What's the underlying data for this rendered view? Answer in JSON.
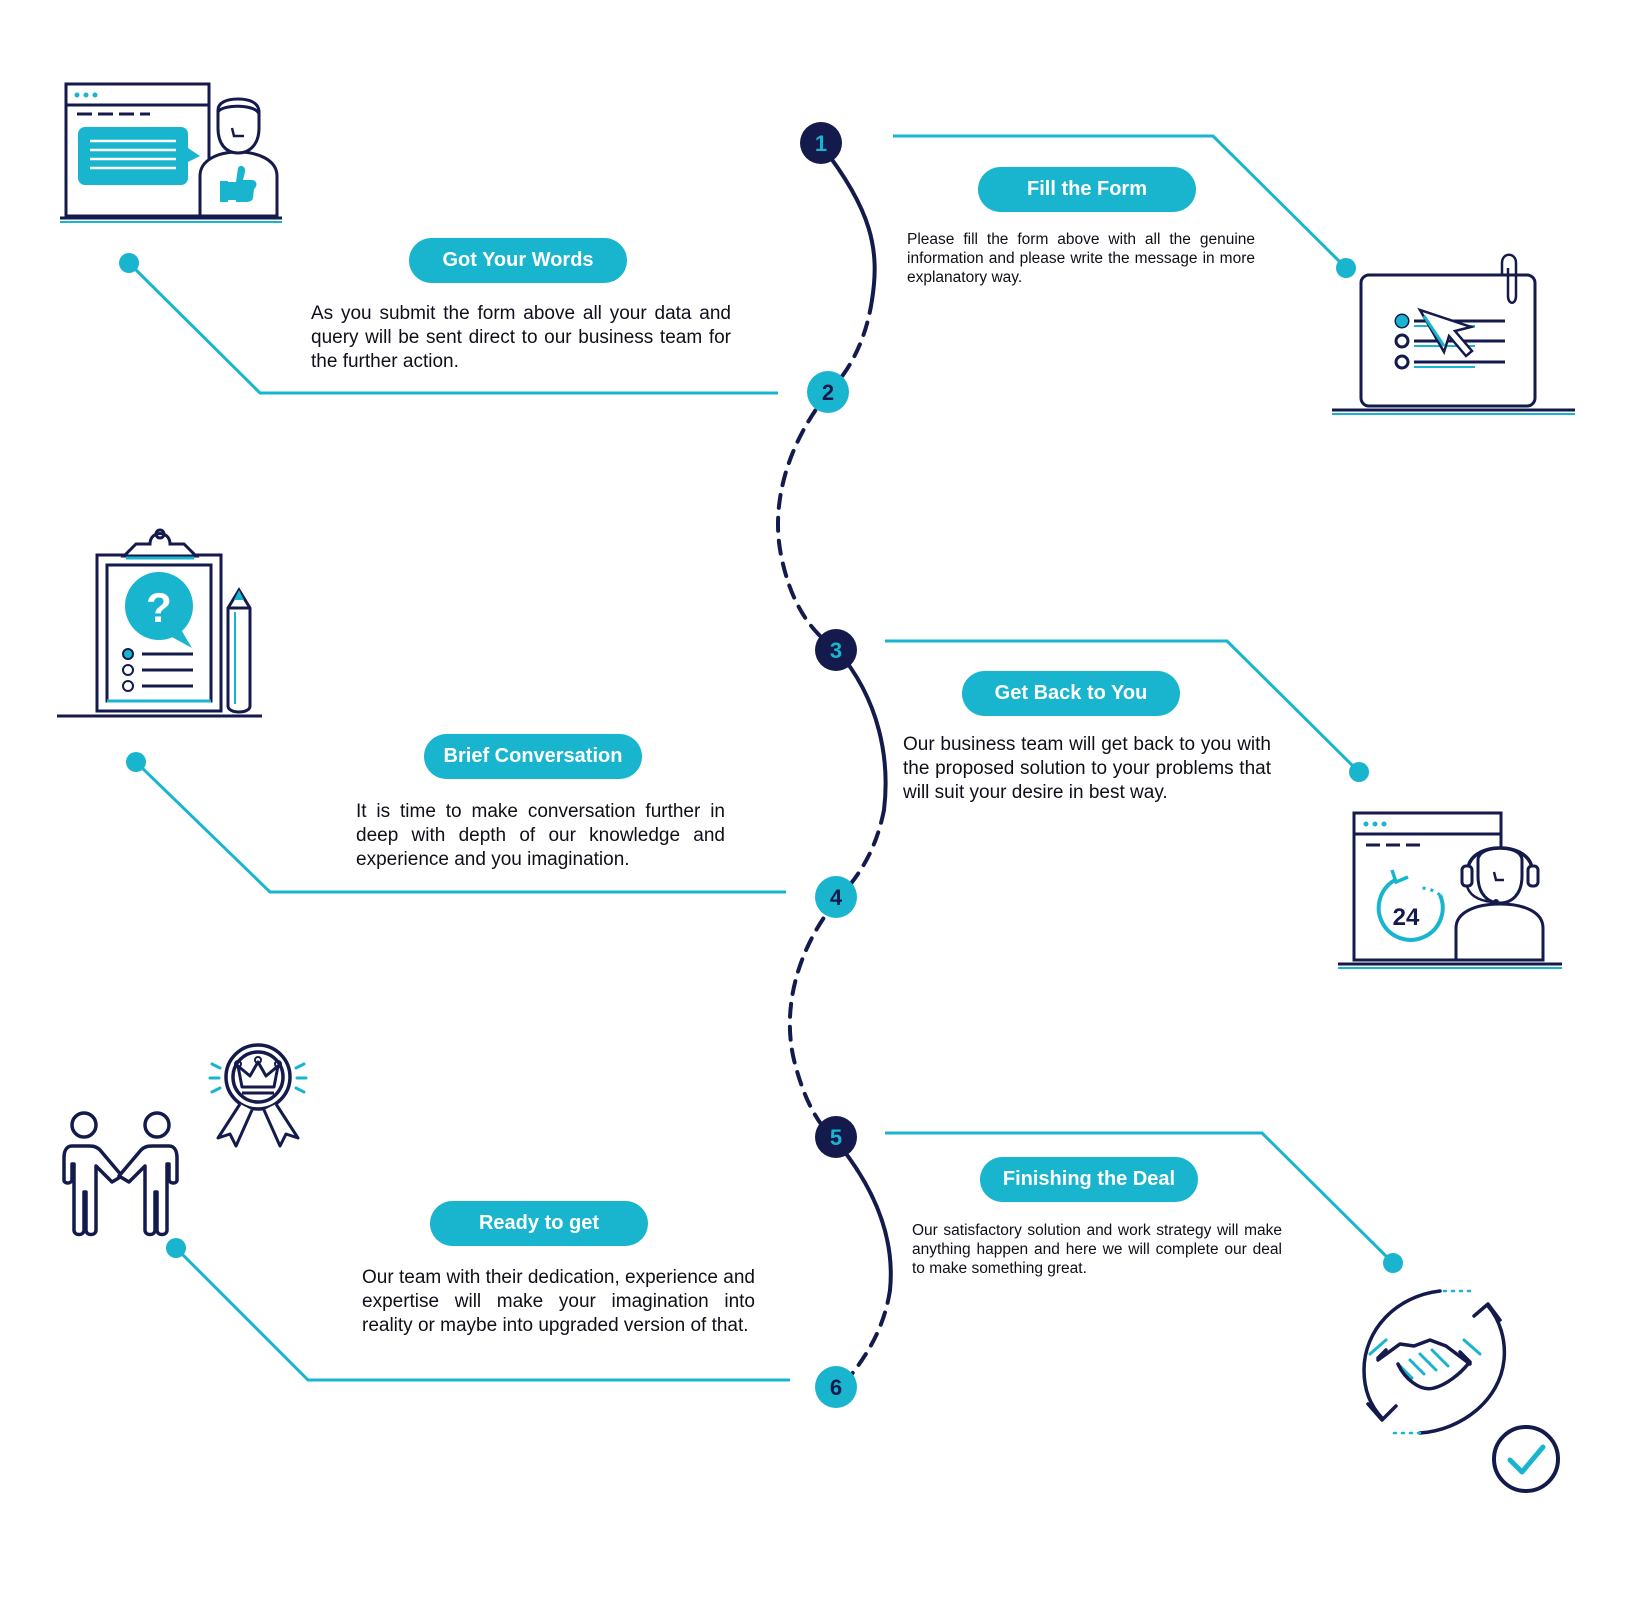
{
  "steps": [
    {
      "number": "1",
      "title": "Fill the Form",
      "text": "Please fill the form above with all the genuine information and please write the message in more explanatory way."
    },
    {
      "number": "2",
      "title": "Got Your Words",
      "text": "As you submit the form above all your data and query will be sent direct to our business team for the further action."
    },
    {
      "number": "3",
      "title": "Get Back to You",
      "text": "Our business team will get back to you with the proposed solution to your problems that will suit your desire in best way."
    },
    {
      "number": "4",
      "title": "Brief Conversation",
      "text": "It is time to make conversation further in deep with depth of our knowledge and experience and you imagination."
    },
    {
      "number": "5",
      "title": "Finishing the Deal",
      "text": "Our satisfactory solution and work strategy will make anything happen and here we will complete our deal to make something great."
    },
    {
      "number": "6",
      "title": "Ready to get",
      "text": "Our team with their dedication, experience and expertise will make your imagination into reality or maybe into upgraded version of that."
    }
  ],
  "icons": {
    "step1": "form-checklist-cursor-icon",
    "step2": "browser-user-thumbs-up-icon",
    "step3": "support-agent-24-hours-icon",
    "step4": "clipboard-question-pencil-icon",
    "step5": "handshake-cycle-check-icon",
    "step6": "people-handshake-award-icon",
    "clock_badge": "24"
  },
  "colors": {
    "accent": "#19b5cf",
    "navy": "#141a4b",
    "text": "#0f0f1a",
    "background": "#ffffff"
  }
}
